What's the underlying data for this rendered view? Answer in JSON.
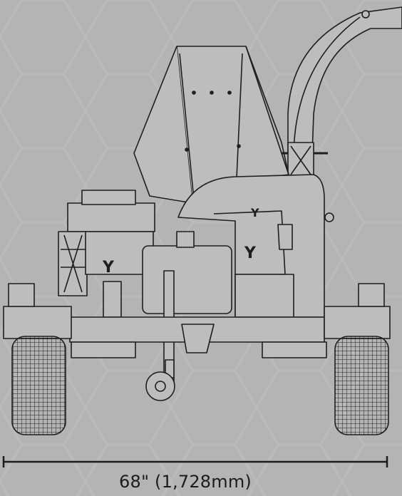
{
  "drawing": {
    "subject": "wood-chipper-front-view",
    "background_color": "#b4b4b4",
    "line_color": "#1e1e1e",
    "fill_color": "#bdbdbd",
    "logo_glyph": "Y"
  },
  "dimension": {
    "label": "68\" (1,728mm)"
  }
}
